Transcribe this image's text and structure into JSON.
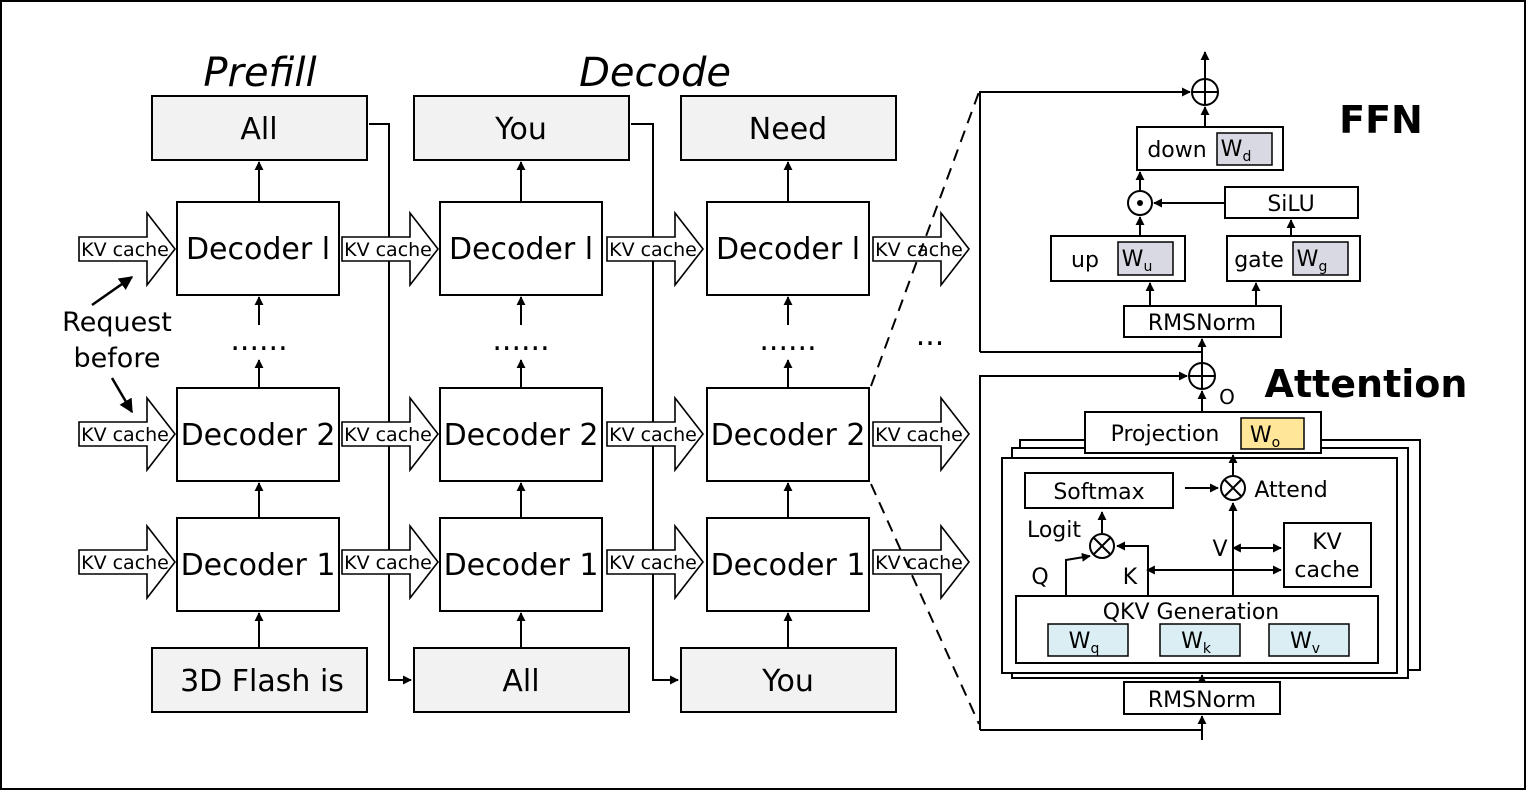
{
  "headers": {
    "prefill": "Prefill",
    "decode": "Decode"
  },
  "columns": [
    {
      "output": "All",
      "input": "3D Flash is"
    },
    {
      "output": "You",
      "input": "All"
    },
    {
      "output": "Need",
      "input": "You"
    }
  ],
  "decoders": {
    "top": "Decoder l",
    "mid": "Decoder 2",
    "bot": "Decoder 1"
  },
  "kv_cache": "KV cache",
  "request_before": [
    "Request",
    "before"
  ],
  "dots": "......",
  "ellipsis": "...",
  "ffn": {
    "label": "FFN",
    "down": "down",
    "W_d": "W",
    "W_d_sub": "d",
    "silu": "SiLU",
    "up": "up",
    "W_u": "W",
    "W_u_sub": "u",
    "gate": "gate",
    "W_g": "W",
    "W_g_sub": "g",
    "rmsnorm": "RMSNorm"
  },
  "attention": {
    "label": "Attention",
    "o": "O",
    "projection": "Projection",
    "W_o": "W",
    "W_o_sub": "o",
    "softmax": "Softmax",
    "attend": "Attend",
    "logit": "Logit",
    "q": "Q",
    "k": "K",
    "v": "V",
    "kv_cache_1": "KV",
    "kv_cache_2": "cache",
    "qkv_generation": "QKV Generation",
    "W_q": "W",
    "W_q_sub": "q",
    "W_k": "W",
    "W_k_sub": "k",
    "W_v": "W",
    "W_v_sub": "v",
    "rmsnorm": "RMSNorm"
  },
  "colors": {
    "box_fill": "#f2f2f2",
    "weight_gray": "#d9d9e3",
    "weight_blue": "#daeef3",
    "weight_yellow": "#ffe699",
    "ffn_label": "#a395c0",
    "attention_label": "#ffc000"
  }
}
